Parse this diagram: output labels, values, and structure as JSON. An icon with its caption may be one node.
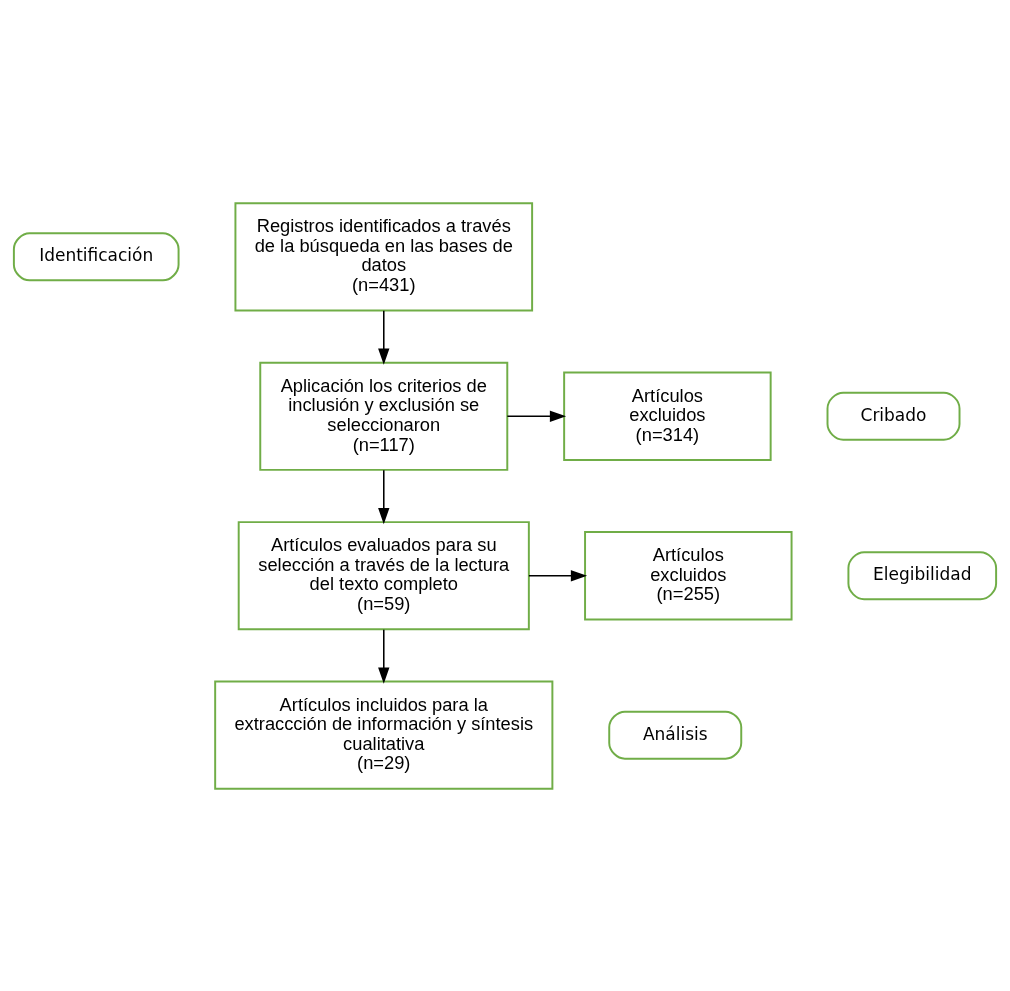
{
  "diagram": {
    "nodes": [
      {
        "text": [
          "Identificación"
        ]
      },
      {
        "text": [
          "Registros identificados a través de la búsqueda en las bases de datos",
          "(n=431)"
        ]
      },
      {
        "text": [
          "Cribado"
        ]
      },
      {
        "text": [
          "Aplicación los criterios de inclusión y exclusión se seleccionaron",
          "(n=117)"
        ]
      },
      {
        "text": [
          "Artículos excluidos",
          "(n=314)"
        ]
      },
      {
        "text": [
          "Elegibilidad"
        ]
      },
      {
        "text": [
          "Artículos evaluados para su selección a través de la lectura del texto completo",
          "(n=59)"
        ]
      },
      {
        "text": [
          "Artículos excluidos",
          "(n=255)"
        ]
      },
      {
        "text": [
          "Análisis"
        ]
      },
      {
        "text": [
          "Artículos incluidos para la extraccción de información y síntesis cualitativa",
          "(n=29)"
        ]
      }
    ],
    "edges": [
      {
        "from": 1,
        "to": 3,
        "arrow": "to"
      },
      {
        "from": 3,
        "to": 4,
        "arrow": "to"
      },
      {
        "from": 3,
        "to": 6,
        "arrow": "to"
      },
      {
        "from": 6,
        "to": 7,
        "arrow": "to"
      },
      {
        "from": 6,
        "to": 9,
        "arrow": "to"
      }
    ]
  }
}
